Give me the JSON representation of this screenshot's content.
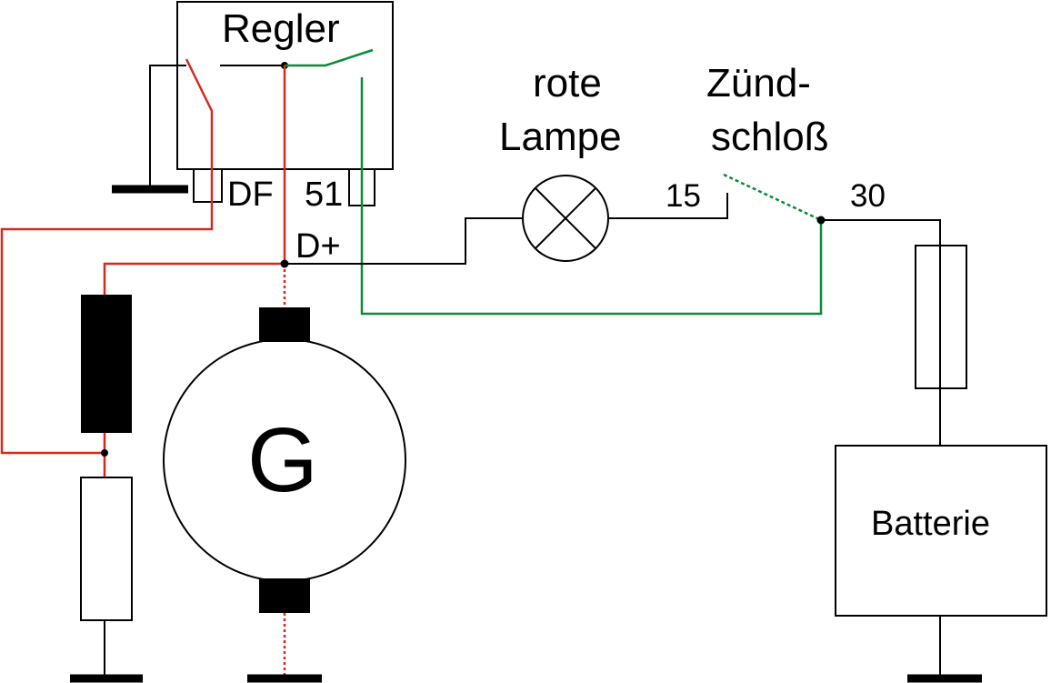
{
  "labels": {
    "regler": "Regler",
    "df": "DF",
    "terminal_51": "51",
    "d_plus": "D+",
    "rote_line1": "rote",
    "rote_line2": "Lampe",
    "zuend_line1": "Zünd-",
    "zuend_line2": "schloß",
    "terminal_15": "15",
    "terminal_30": "30",
    "generator": "G",
    "batterie": "Batterie"
  },
  "colors": {
    "red_wire": "#d42a1c",
    "green_wire": "#0a8a3a",
    "black_wire": "#000000",
    "background": "#ffffff"
  }
}
